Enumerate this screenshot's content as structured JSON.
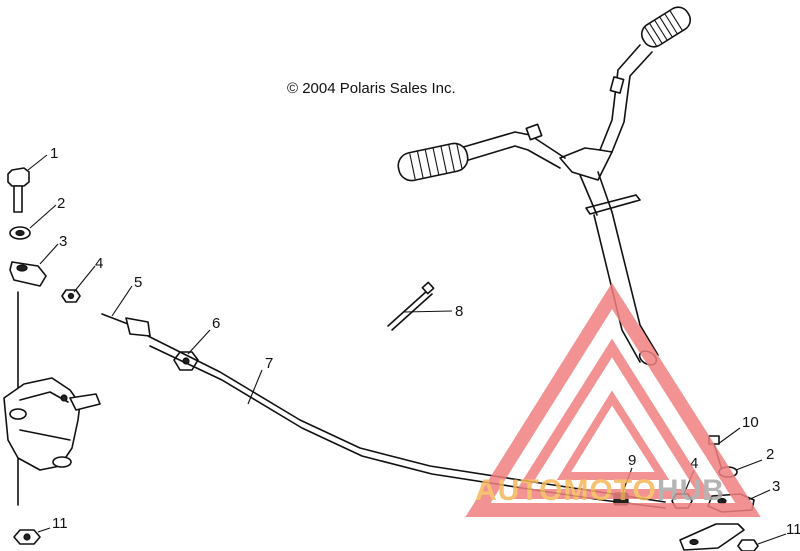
{
  "copyright": "© 2004 Polaris Sales Inc.",
  "callouts": [
    "1",
    "2",
    "3",
    "4",
    "5",
    "6",
    "7",
    "8",
    "9",
    "10",
    "2",
    "4",
    "3",
    "11",
    "11"
  ],
  "watermark": {
    "prefix": "AUTOMOTO",
    "suffix": "HUB",
    "colors": {
      "triangle": "#f08080",
      "prefix": "#f5b85a",
      "suffix": "#a8a8a8"
    }
  }
}
